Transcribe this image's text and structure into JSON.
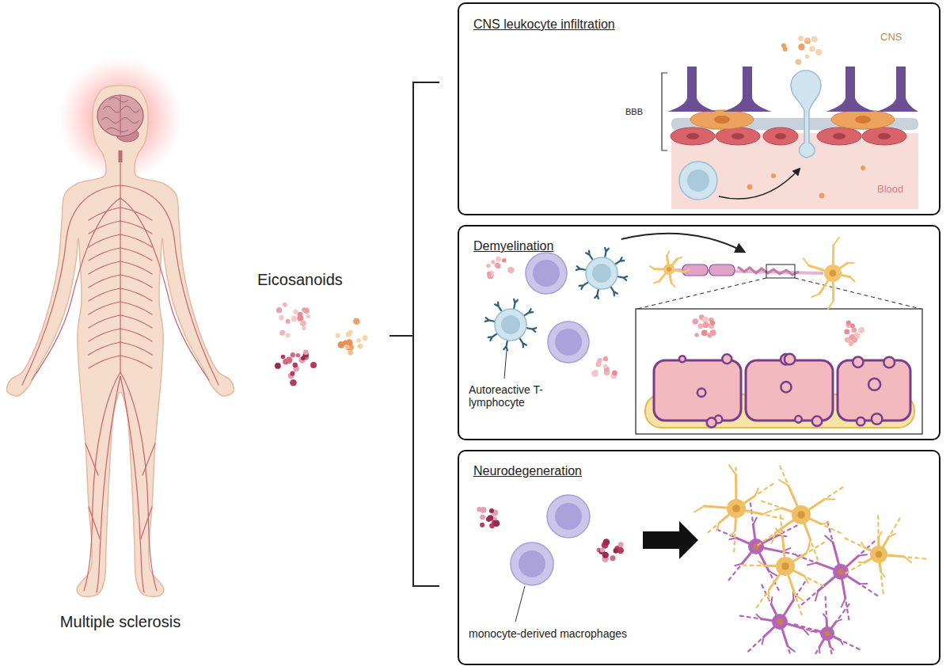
{
  "diagram": {
    "nodes": [
      {
        "text": [
          "CNS leukocyte infiltration",
          "CNS",
          "BBB",
          "Blood"
        ]
      },
      {
        "text": [
          "Demyelination",
          "Autoreactive T-lymphocyte"
        ]
      },
      {
        "text": [
          "Neurodegeneration",
          "monocyte-derived macrophages"
        ]
      }
    ],
    "labels": [
      "Eicosanoids",
      "Multiple sclerosis"
    ]
  }
}
